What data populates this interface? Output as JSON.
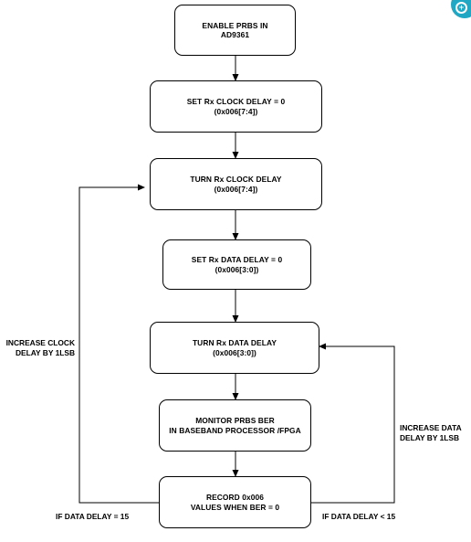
{
  "flowchart": {
    "steps": [
      {
        "lines": [
          "ENABLE PRBS IN",
          "AD9361"
        ]
      },
      {
        "lines": [
          "SET Rx CLOCK DELAY = 0",
          "(0x006[7:4])"
        ]
      },
      {
        "lines": [
          "TURN Rx CLOCK DELAY",
          "(0x006[7:4])"
        ]
      },
      {
        "lines": [
          "SET Rx DATA DELAY = 0",
          "(0x006[3:0])"
        ]
      },
      {
        "lines": [
          "TURN Rx DATA DELAY",
          "(0x006[3:0])"
        ]
      },
      {
        "lines": [
          "MONITOR PRBS BER",
          "IN BASEBAND PROCESSOR /FPGA"
        ]
      },
      {
        "lines": [
          "RECORD 0x006",
          "VALUES WHEN BER = 0"
        ]
      }
    ],
    "loop_left": {
      "label_lines": [
        "INCREASE CLOCK",
        "DELAY BY 1LSB"
      ],
      "condition": "IF DATA DELAY = 15"
    },
    "loop_right": {
      "label_lines": [
        "INCREASE DATA",
        "DELAY BY 1LSB"
      ],
      "condition": "IF DATA DELAY < 15"
    }
  },
  "zoom_button": {
    "icon": "zoom-in-icon",
    "color": "#1fa7c4"
  }
}
